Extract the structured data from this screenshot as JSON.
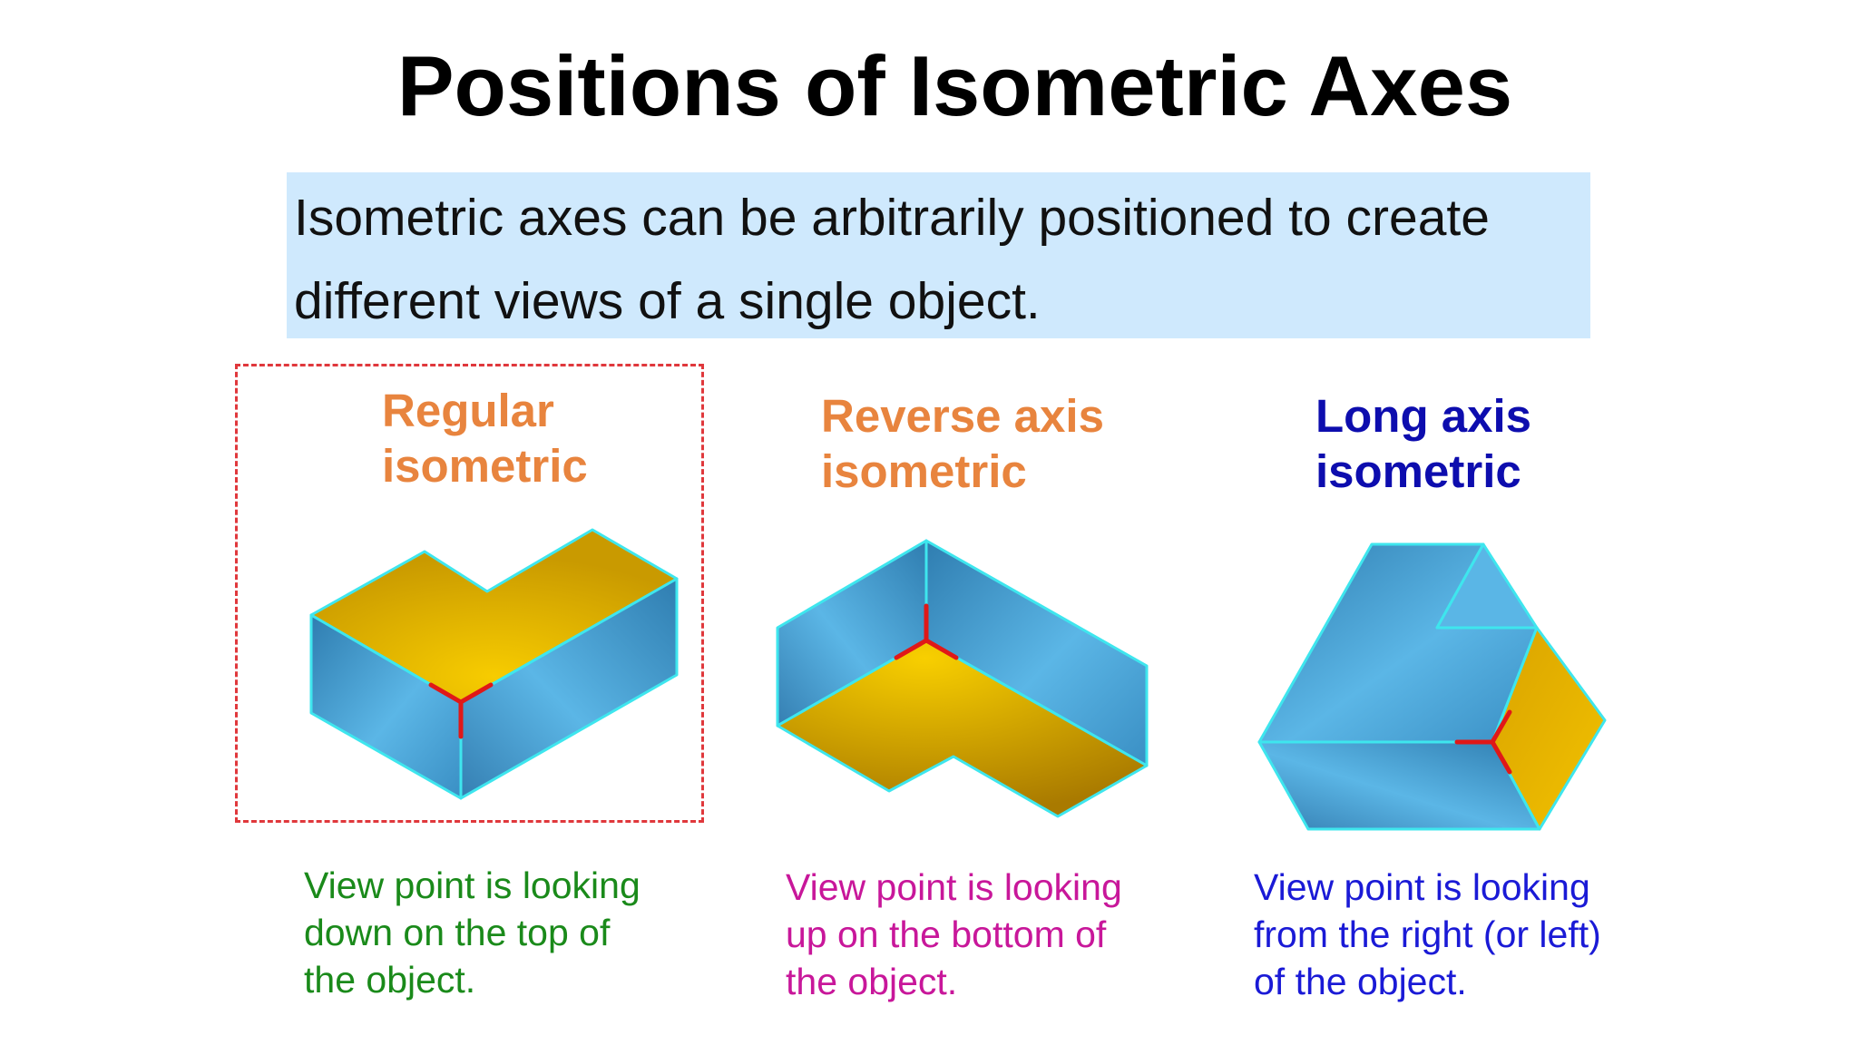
{
  "title": "Positions of Isometric Axes",
  "intro": {
    "line1": "Isometric axes can be arbitrarily positioned to create",
    "line2": "different views of a single object."
  },
  "panels": [
    {
      "heading_line1": "Regular",
      "heading_line2": "isometric",
      "heading_color": "#e8843e",
      "desc_line1": "View point is looking",
      "desc_line2": "down on the top of",
      "desc_line3": "the object.",
      "desc_color": "#1a8a1a",
      "highlighted": true
    },
    {
      "heading_line1": "Reverse axis",
      "heading_line2": "isometric",
      "heading_color": "#e8843e",
      "desc_line1": "View point is looking",
      "desc_line2": "up on the bottom of",
      "desc_line3": "the object.",
      "desc_color": "#c8179a",
      "highlighted": false
    },
    {
      "heading_line1": "Long axis",
      "heading_line2": "isometric",
      "heading_color": "#0d0dae",
      "desc_line1": "View point is looking",
      "desc_line2": "from the right (or left)",
      "desc_line3": "of the object.",
      "desc_color": "#1a1ad6",
      "highlighted": false
    }
  ],
  "colors": {
    "blue_face": "#4ea8d8",
    "gold_face": "#e8b800",
    "edge": "#3ee6ee",
    "axis": "#e01818",
    "highlight_border": "#e0383c",
    "intro_bg": "#cfe9fd"
  }
}
